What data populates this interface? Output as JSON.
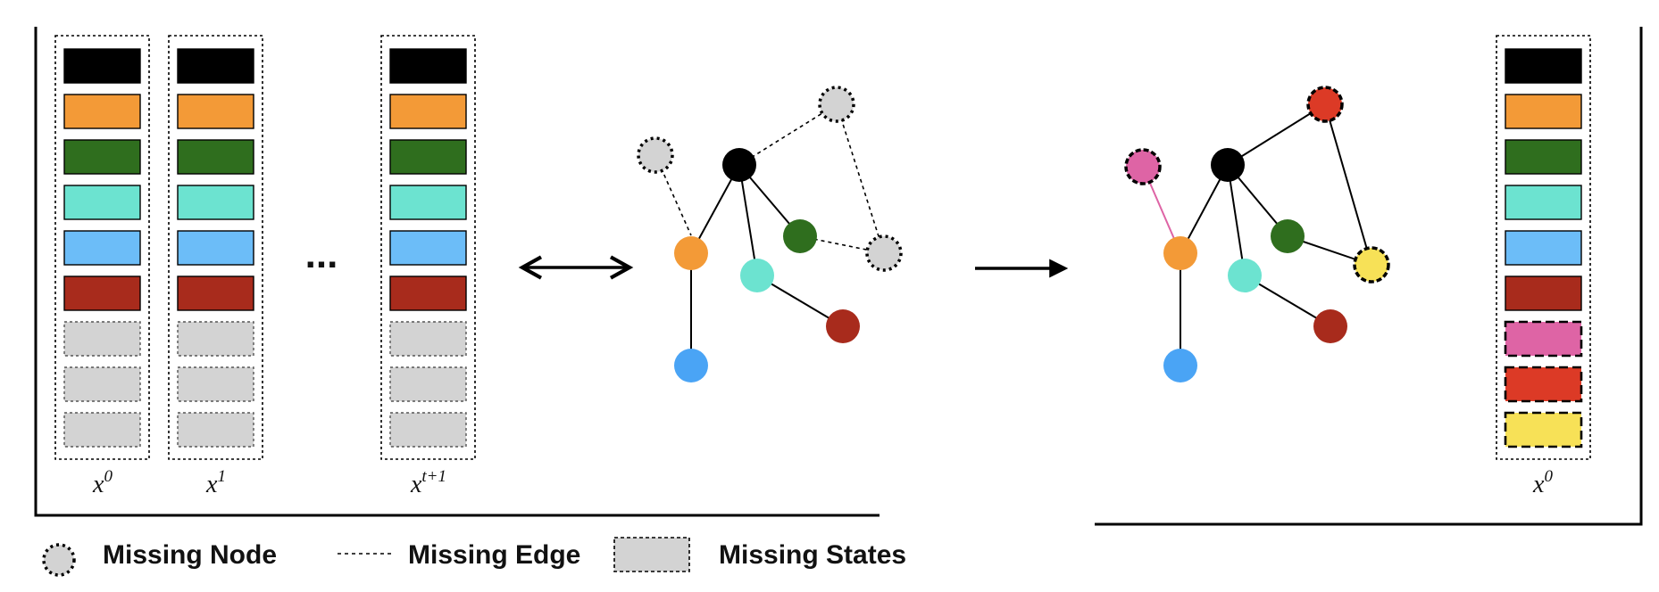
{
  "colors": {
    "black": "#000000",
    "orange": "#F39A37",
    "green": "#2F6E1E",
    "teal": "#6CE3D0",
    "blue": "#6CBDF8",
    "red": "#A82B1C",
    "missing": "#D3D3D3",
    "pink": "#DE64A5",
    "bright_red": "#DC3A26",
    "yellow": "#F7E157",
    "node_blue": "#4AA4F5"
  },
  "left_panel": {
    "columns": [
      {
        "label": "x",
        "superscript": "0"
      },
      {
        "label": "x",
        "superscript": "1"
      },
      {
        "label": "x",
        "superscript": "t+1"
      }
    ],
    "ellipsis": "...",
    "state_colors": [
      "black",
      "orange",
      "green",
      "teal",
      "blue",
      "red",
      "missing",
      "missing",
      "missing"
    ]
  },
  "right_panel": {
    "column": {
      "label": "x",
      "superscript": "0"
    },
    "state_colors": [
      "black",
      "orange",
      "green",
      "teal",
      "blue",
      "red",
      "pink",
      "bright_red",
      "yellow"
    ]
  },
  "legend": {
    "missing_node": "Missing Node",
    "missing_edge": "Missing Edge",
    "missing_states": "Missing States"
  }
}
